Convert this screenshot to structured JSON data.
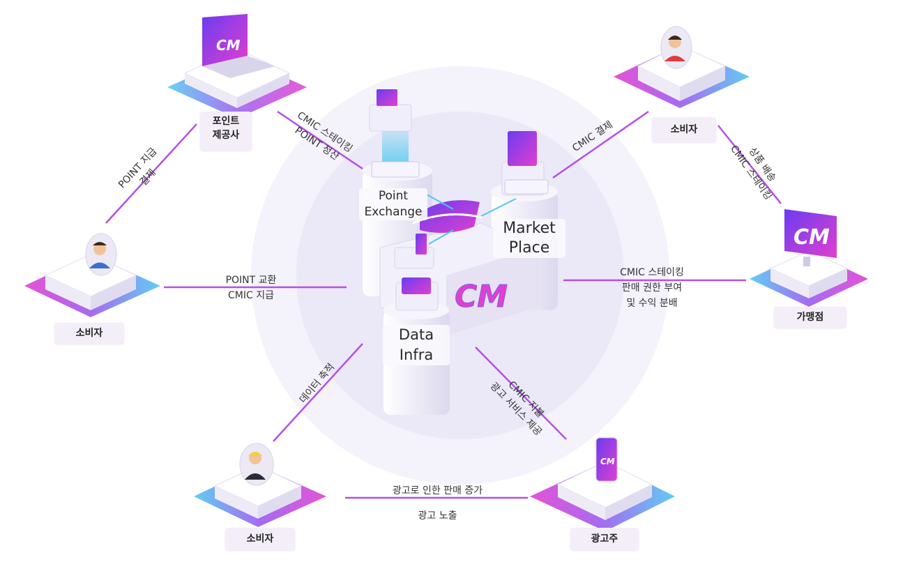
{
  "nodes": {
    "point_provider": "포인트\n제공사",
    "consumer_left": "소비자",
    "consumer_top_right": "소비자",
    "merchant": "가맹점",
    "consumer_bottom": "소비자",
    "advertiser": "광고주"
  },
  "hubs": {
    "point_exchange": "Point\nExchange",
    "market_place": "Market\nPlace",
    "data_infra": "Data\nInfra"
  },
  "edges": {
    "provider_hub": "CMIC 스테이킹\nPOINT 정산",
    "provider_consumer": "POINT 지급\n결제",
    "consumer_hub": "POINT 교환\nCMIC 지급",
    "consumer_market": "CMIC 결제",
    "consumer_merchant": "상품 배송\nCMIC 스테이킹",
    "merchant_hub": "CMIC 스테이킹\n판매 권한 부여\n및 수익 분배",
    "data_consumer": "데이터 축적",
    "data_advertiser": "CMIC 지불\n광고 서비스 제공",
    "consumer_advertiser": "광고로 인한 판매 증가\n광고 노출"
  },
  "logo_text": "CM",
  "colors": {
    "accent": "#b54fe6",
    "magenta": "#e23fd0",
    "cyan": "#4fc8f0",
    "purple": "#7b5cf0",
    "label_bg": "#f3eef8",
    "circle_outer": "#f4f2fb",
    "circle_inner": "#ebe8f7"
  }
}
